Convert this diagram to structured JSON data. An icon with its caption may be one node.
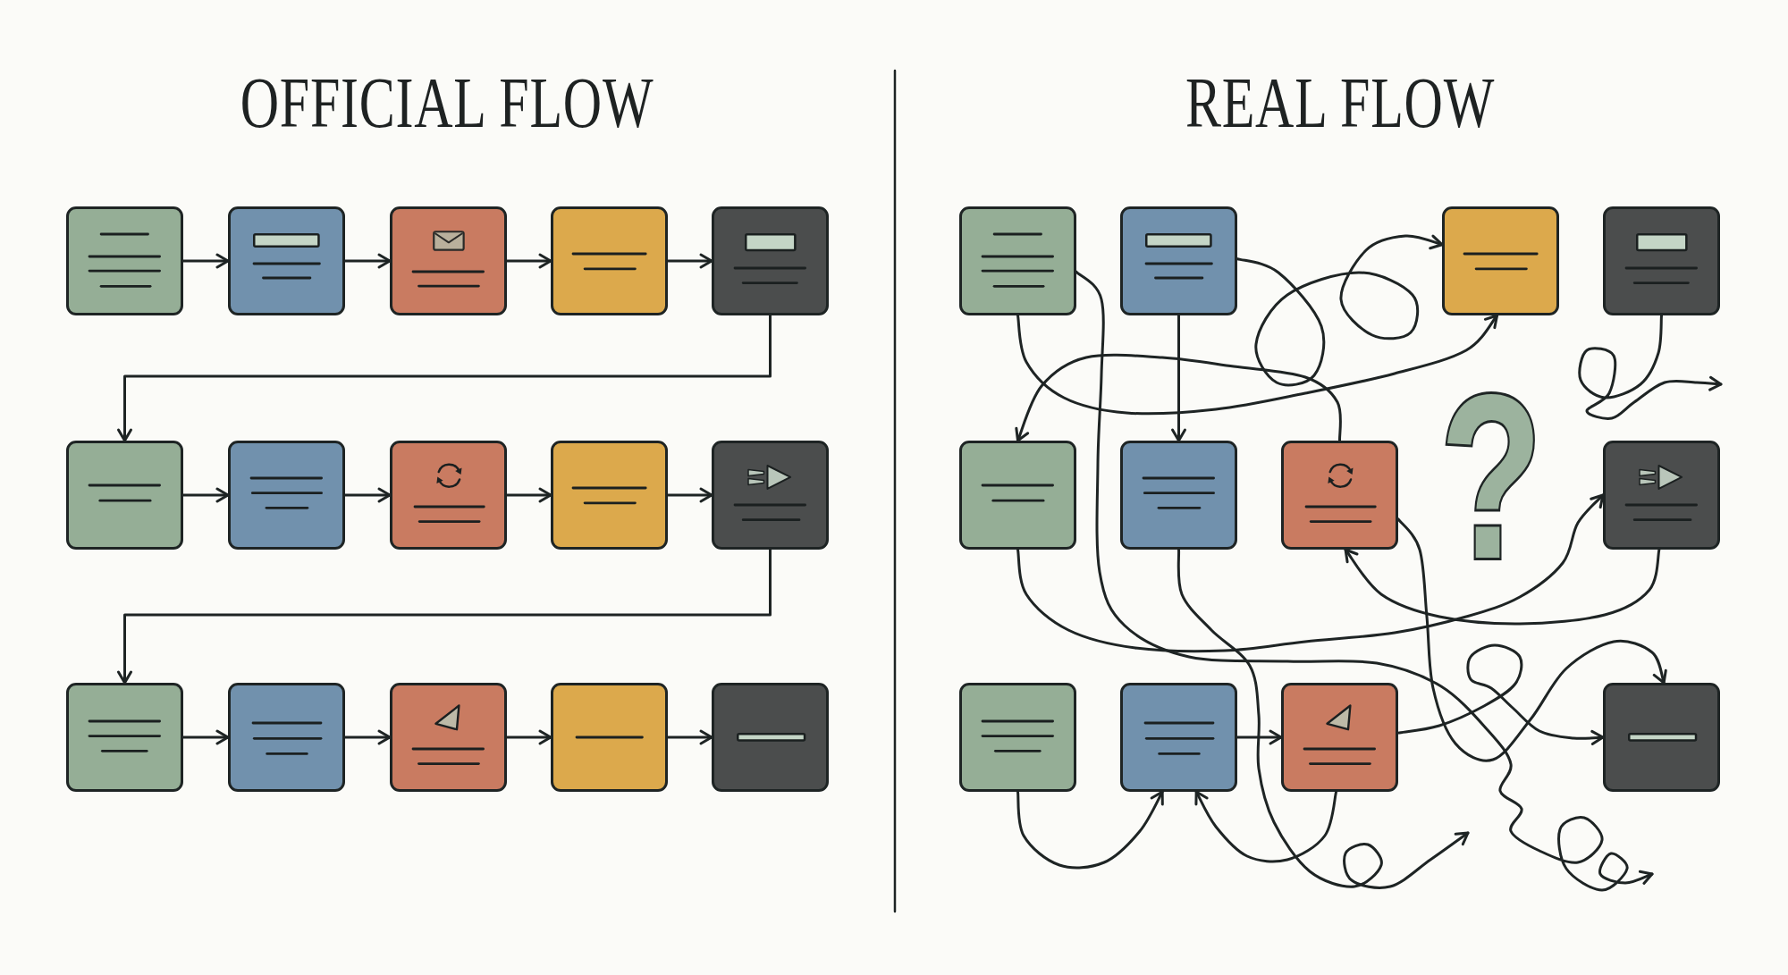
{
  "diagram": {
    "nodes": [
      {
        "text": [],
        "shape": "box"
      },
      {
        "text": [],
        "shape": "box"
      },
      {
        "text": [],
        "shape": "box"
      },
      {
        "text": [],
        "shape": "box"
      },
      {
        "text": [],
        "shape": "box"
      },
      {
        "text": [],
        "shape": "box"
      },
      {
        "text": [],
        "shape": "box"
      },
      {
        "text": [],
        "shape": "box"
      },
      {
        "text": [],
        "shape": "box"
      },
      {
        "text": [],
        "shape": "box"
      },
      {
        "text": [],
        "shape": "box"
      },
      {
        "text": [],
        "shape": "box"
      },
      {
        "text": [],
        "shape": "box"
      },
      {
        "text": [],
        "shape": "box"
      },
      {
        "text": [],
        "shape": "box"
      },
      {
        "text": [],
        "shape": "box"
      },
      {
        "text": [],
        "shape": "box"
      },
      {
        "text": [],
        "shape": "box"
      },
      {
        "text": [],
        "shape": "box"
      },
      {
        "text": [],
        "shape": "box"
      },
      {
        "text": [],
        "shape": "box"
      },
      {
        "text": [],
        "shape": "box"
      },
      {
        "text": [],
        "shape": "box"
      },
      {
        "text": [],
        "shape": "box"
      },
      {
        "text": [],
        "shape": "box"
      },
      {
        "text": [],
        "shape": "box"
      },
      {
        "text": [],
        "shape": "box"
      }
    ],
    "edges": [
      {
        "from": 0,
        "to": 1,
        "arrow": "to"
      },
      {
        "from": 1,
        "to": 2,
        "arrow": "to"
      },
      {
        "from": 2,
        "to": 3,
        "arrow": "to"
      },
      {
        "from": 3,
        "to": 4,
        "arrow": "to"
      },
      {
        "from": 4,
        "to": 5,
        "arrow": "to"
      },
      {
        "from": 5,
        "to": 6,
        "arrow": "to"
      },
      {
        "from": 6,
        "to": 7,
        "arrow": "to"
      },
      {
        "from": 7,
        "to": 8,
        "arrow": "to"
      },
      {
        "from": 8,
        "to": 9,
        "arrow": "to"
      },
      {
        "from": 9,
        "to": 10,
        "arrow": "to"
      },
      {
        "from": 10,
        "to": 11,
        "arrow": "to"
      },
      {
        "from": 11,
        "to": 12,
        "arrow": "to"
      },
      {
        "from": 12,
        "to": 13,
        "arrow": "to"
      },
      {
        "from": 13,
        "to": 14,
        "arrow": "to"
      },
      {
        "from": 16,
        "to": 20,
        "arrow": "to"
      },
      {
        "from": 16,
        "to": 17,
        "arrow": "to"
      },
      {
        "from": 21,
        "to": 19,
        "arrow": "to"
      },
      {
        "from": 15,
        "to": 17,
        "arrow": "to"
      },
      {
        "from": 18,
        "to": null,
        "arrow": "to"
      },
      {
        "from": 22,
        "to": 21,
        "arrow": "to"
      },
      {
        "from": 19,
        "to": 22,
        "arrow": "to"
      },
      {
        "from": 23,
        "to": 24,
        "arrow": "to"
      },
      {
        "from": 25,
        "to": 24,
        "arrow": "to"
      },
      {
        "from": 24,
        "to": 25,
        "arrow": "to"
      },
      {
        "from": 25,
        "to": 26,
        "arrow": "to"
      },
      {
        "from": 21,
        "to": 26,
        "arrow": "to"
      },
      {
        "from": 20,
        "to": null,
        "arrow": "to"
      },
      {
        "from": 15,
        "to": null,
        "arrow": "to"
      }
    ],
    "labels": [
      "OFFICIAL FLOW",
      "REAL FLOW",
      "?"
    ]
  }
}
